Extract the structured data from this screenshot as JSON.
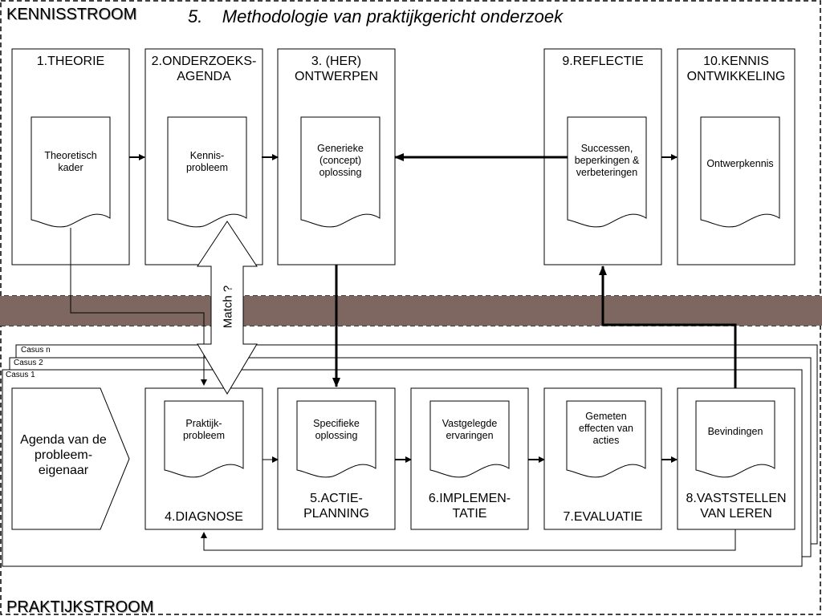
{
  "labels": {
    "kennisstroom": "KENNISSTROOM",
    "praktijkstroom": "PRAKTIJKSTROOM",
    "title": "5.    Methodologie van praktijkgericht onderzoek",
    "match": "Match ?"
  },
  "cases": [
    "Casus n",
    "Casus 2",
    "Casus 1"
  ],
  "agenda": "Agenda van de\nprobleem-\neigenaar",
  "top_steps": [
    {
      "title": "1.THEORIE",
      "doc": "Theoretisch\nkader"
    },
    {
      "title": "2.ONDERZOEKS-\nAGENDA",
      "doc": "Kennis-\nprobleem"
    },
    {
      "title": "3. (HER)\nONTWERPEN",
      "doc": "Generieke\n(concept)\noplossing"
    },
    {
      "title": "9.REFLECTIE",
      "doc": "Successen,\nbeperkingen  &\nverbeteringen"
    },
    {
      "title": "10.KENNIS\nONTWIKKELING",
      "doc": "Ontwerpkennis"
    }
  ],
  "bottom_steps": [
    {
      "title": "4.DIAGNOSE",
      "doc": "Praktijk-\nprobleem"
    },
    {
      "title": "5.ACTIE-\nPLANNING",
      "doc": "Specifieke\noplossing"
    },
    {
      "title": "6.IMPLEMEN-\nTATIE",
      "doc": "Vastgelegde\nervaringen"
    },
    {
      "title": "7.EVALUATIE",
      "doc": "Gemeten\neffecten van\nacties"
    },
    {
      "title": "8.VASTSTELLEN\nVAN LEREN",
      "doc": "Bevindingen"
    }
  ],
  "colors": {
    "band": "#7d6760",
    "line": "#000000",
    "box_border": "#000000",
    "background": "#ffffff"
  }
}
